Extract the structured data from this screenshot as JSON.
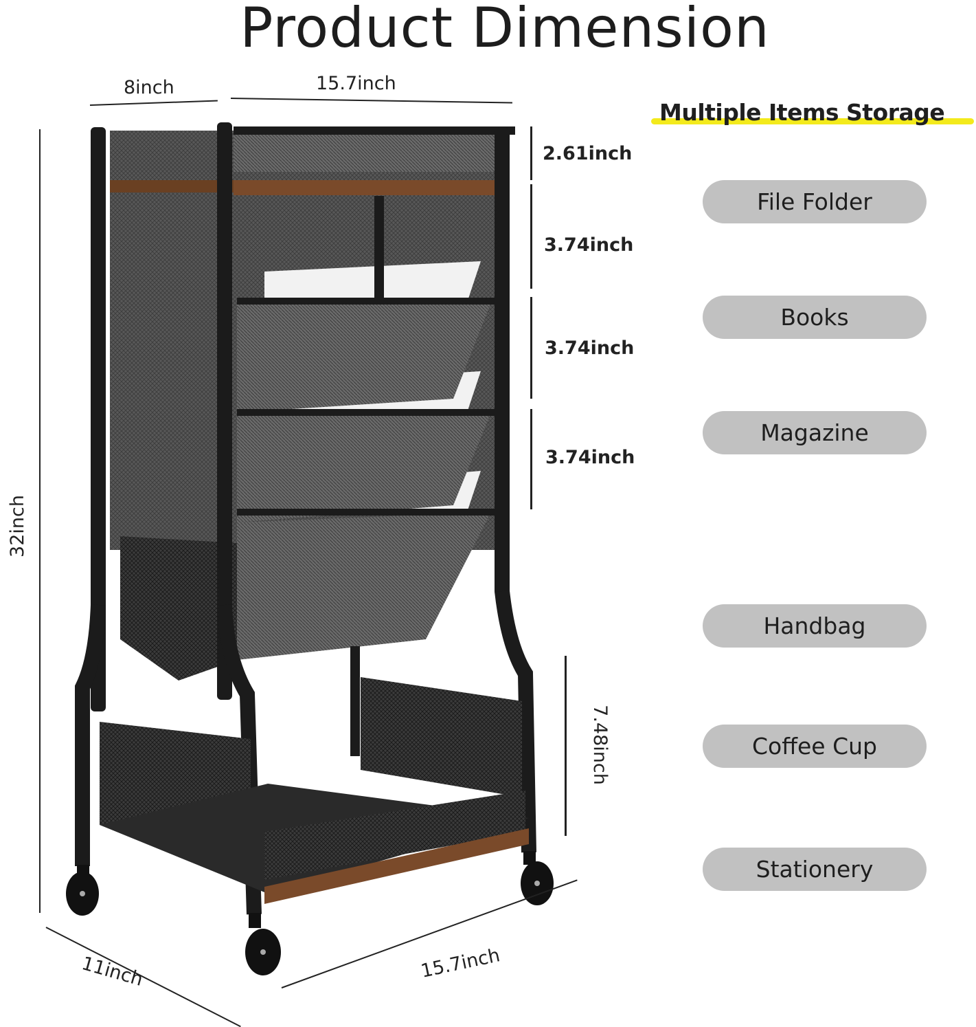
{
  "header": {
    "title": "Product Dimension"
  },
  "dimensions": {
    "top_depth": "8inch",
    "top_width": "15.7inch",
    "total_height": "32inch",
    "shelf_heights": [
      "2.61inch",
      "3.74inch",
      "3.74inch",
      "3.74inch"
    ],
    "bottom_basket_height": "7.48inch",
    "base_depth": "11inch",
    "base_width": "15.7inch"
  },
  "storage": {
    "title": "Multiple Items Storage",
    "highlight_color": "#f3ea1c",
    "pill_color": "#c1c1c1",
    "items": [
      {
        "label": "File Folder"
      },
      {
        "label": "Books"
      },
      {
        "label": "Magazine"
      },
      {
        "label": "Handbag"
      },
      {
        "label": "Coffee Cup"
      },
      {
        "label": "Stationery"
      }
    ]
  },
  "product": {
    "name": "rolling-mesh-file-cart",
    "frame_color": "#1b1b1b",
    "wood_color": "#7a4a2a"
  }
}
